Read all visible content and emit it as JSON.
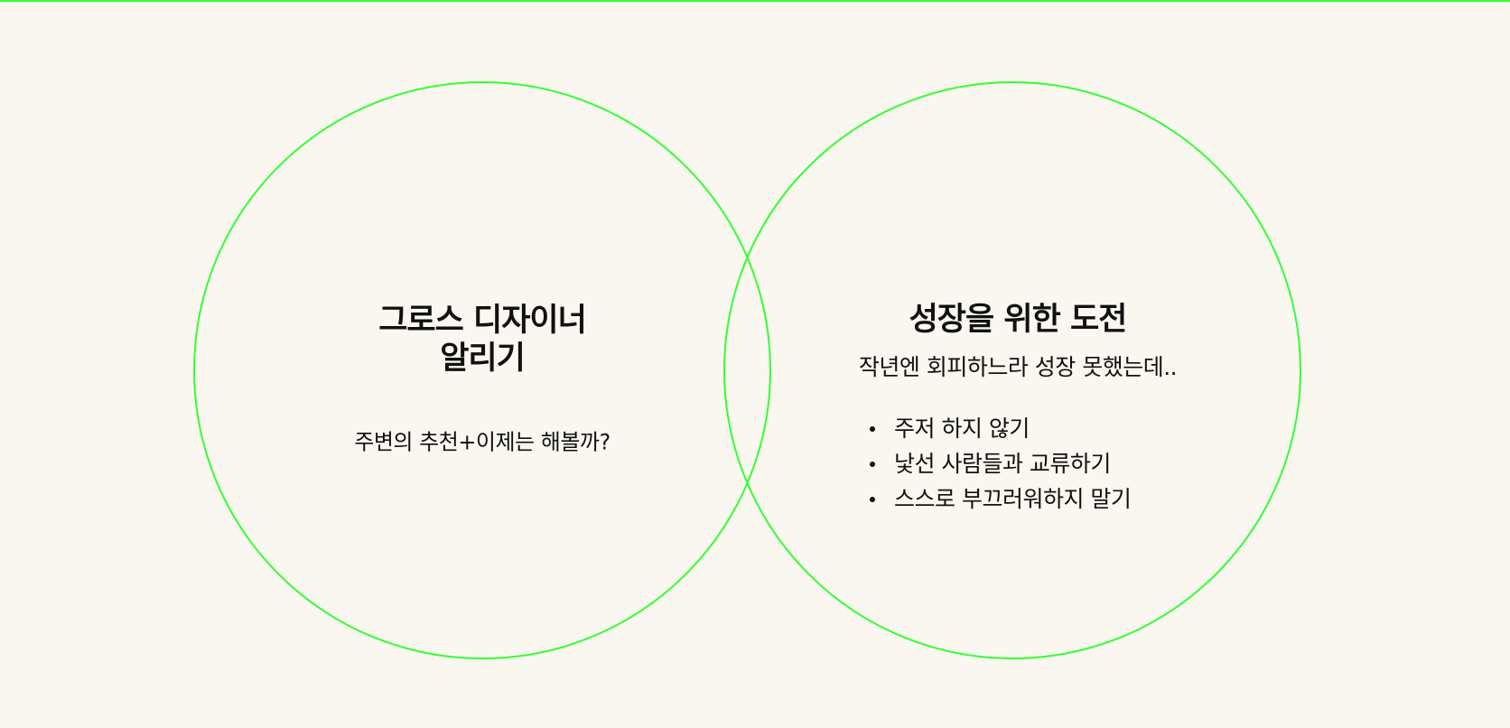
{
  "colors": {
    "accent": "#33ff33",
    "background": "#f9f7f0",
    "text": "#111111"
  },
  "left_circle": {
    "title_line1": "그로스 디자이너",
    "title_line2": "알리기",
    "subtitle": "주변의 추천+이제는 해볼까?"
  },
  "right_circle": {
    "title": "성장을 위한 도전",
    "subtitle": "작년엔 회피하느라 성장 못했는데..",
    "bullets": [
      "주저 하지 않기",
      "낯선 사람들과 교류하기",
      "스스로 부끄러워하지 말기"
    ]
  }
}
